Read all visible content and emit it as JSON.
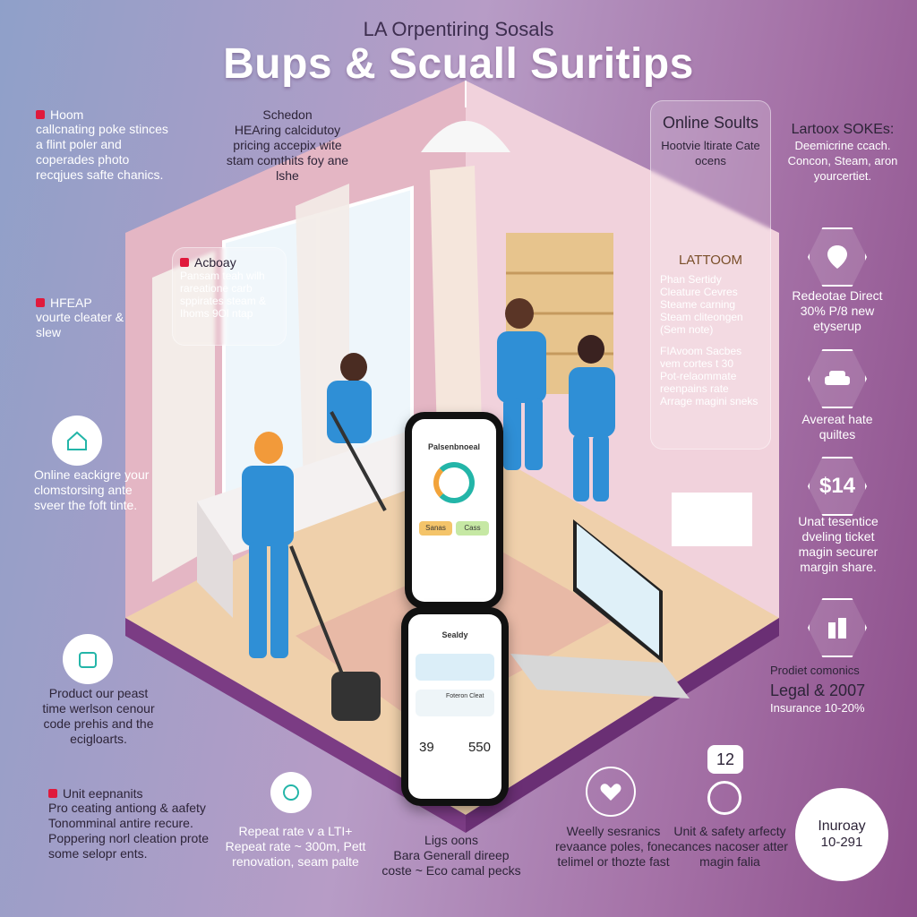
{
  "header": {
    "subtitle": "LA Orpentiring Sosals",
    "title": "Bups & Scuall Suritips"
  },
  "left": {
    "item1": {
      "title": "Hoom",
      "text": "callcnating poke stinces a flint poler and coperades photo recqjues safte chanics."
    },
    "item2": {
      "title": "HFEAP",
      "text": "vourte cleater & slew"
    },
    "item3": {
      "text": "Online eackigre your clomstorsing ante sveer the foft tinte."
    },
    "item4": {
      "text": "Product our peast time werlson cenour code prehis and the ecigloarts."
    },
    "item5": {
      "title": "Unit eepnanits",
      "text": "Pro ceating antiong & aafety Tonomminal antire recure. Poppering norl cleation prote some selopr ents."
    }
  },
  "center": {
    "schedule": {
      "title": "Schedon",
      "text": "HEAring calcidutoy pricing accepix wite stam comthits foy ane lshe"
    },
    "acboay": {
      "title": "Acboay",
      "text": "Pansam teah wilh rareatione carb sppirates steam & Ihoms 9Ol ntap"
    }
  },
  "right_panel": {
    "online_title": "Online Soults",
    "online_text": "Hootvie ltirate Cate ocens",
    "lattoom_title": "LATTOOM",
    "lattoom_text": "Phan Sertidy Cleature Cevres Steame carning Steam cliteongen (Sem note)",
    "bullets": [
      "FIAvoom Sacbes vem cortes t 30",
      "Pot-relaommate reenpains rate",
      "Arrage magini sneks"
    ]
  },
  "right": {
    "r1": {
      "title": "Lartoox SOKEs:",
      "text": "Deemicrine ccach. Concon, Steam, aron yourcertiet."
    },
    "r2": {
      "text": "Redeotae Direct 30% P/8 new etyserup"
    },
    "r3": {
      "text": "Avereat hate quiltes"
    },
    "r4": {
      "value": "$14",
      "text": "Unat tesentice dveling ticket magin securer margin share."
    },
    "r5": {
      "text": "Prodiet comonics",
      "value": "Legal & 2007",
      "sub": "Insurance 10-20%"
    },
    "r6": {
      "title": "Inuroay",
      "text": "10-291"
    }
  },
  "bottom": {
    "b1": {
      "text": "Repeat rate v a LTI+ Repeat rate ~ 300m, Pett renovation, seam palte"
    },
    "b2": {
      "title": "Ligs oons",
      "text": "Bara Generall direep coste ~ Eco camal pecks"
    },
    "b3": {
      "text": "Weelly sesranics revaance poles, fone telimel or thozte fast"
    },
    "b4": {
      "value": "12",
      "text": "Unit & safety arfecty cances nacoser atter magin falia"
    }
  },
  "phone1": {
    "app_name": "Palsenbnoeal",
    "label_a": "Sanas",
    "label_b": "Cass"
  },
  "phone2": {
    "header": "Sealdy",
    "card_a": "Foteron Cleat",
    "stat_a": "39",
    "stat_b": "550"
  },
  "colors": {
    "badge": "#e01a3c",
    "uniform": "#2f8fd6",
    "accent": "#23b5a8"
  }
}
